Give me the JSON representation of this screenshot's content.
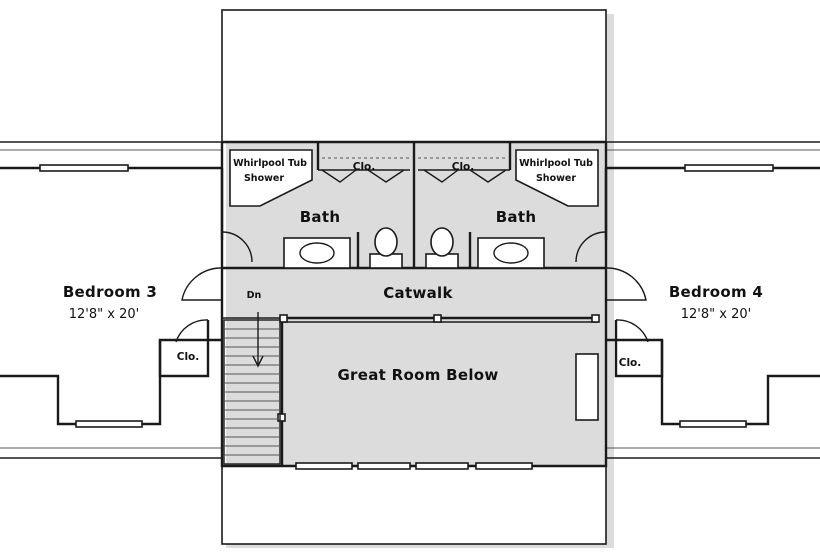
{
  "rooms": {
    "bedroom3": {
      "name": "Bedroom 3",
      "size": "12'8\" x 20'"
    },
    "bedroom4": {
      "name": "Bedroom 4",
      "size": "12'8\" x 20'"
    },
    "bath_left": "Bath",
    "bath_right": "Bath",
    "catwalk": "Catwalk",
    "great_room": "Great Room Below",
    "closet_top_left": "Clo.",
    "closet_top_right": "Clo.",
    "closet_bed3": "Clo.",
    "closet_bed4": "Clo.",
    "tub_left": {
      "line1": "Whirlpool Tub",
      "line2": "Shower"
    },
    "tub_right": {
      "line1": "Whirlpool Tub",
      "line2": "Shower"
    },
    "stair_label": "Dn"
  }
}
